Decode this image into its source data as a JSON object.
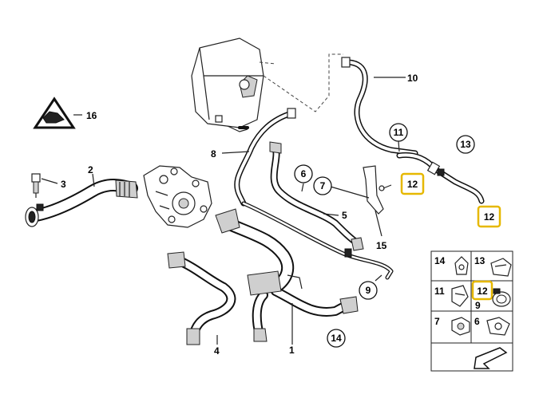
{
  "callouts": {
    "c1": "1",
    "c2": "2",
    "c3": "3",
    "c4": "4",
    "c5": "5",
    "c6": "6",
    "c7": "7",
    "c8": "8",
    "c9": "9",
    "c10": "10",
    "c11": "11",
    "c12a": "12",
    "c12b": "12",
    "c13": "13",
    "c14": "14",
    "c15": "15",
    "c16": "16"
  },
  "grid": {
    "g14": "14",
    "g13": "13",
    "g11": "11",
    "g12": "12",
    "g9": "9",
    "g7": "7",
    "g6": "6"
  },
  "colors": {
    "highlight": "#e6b800",
    "line": "#111111"
  }
}
